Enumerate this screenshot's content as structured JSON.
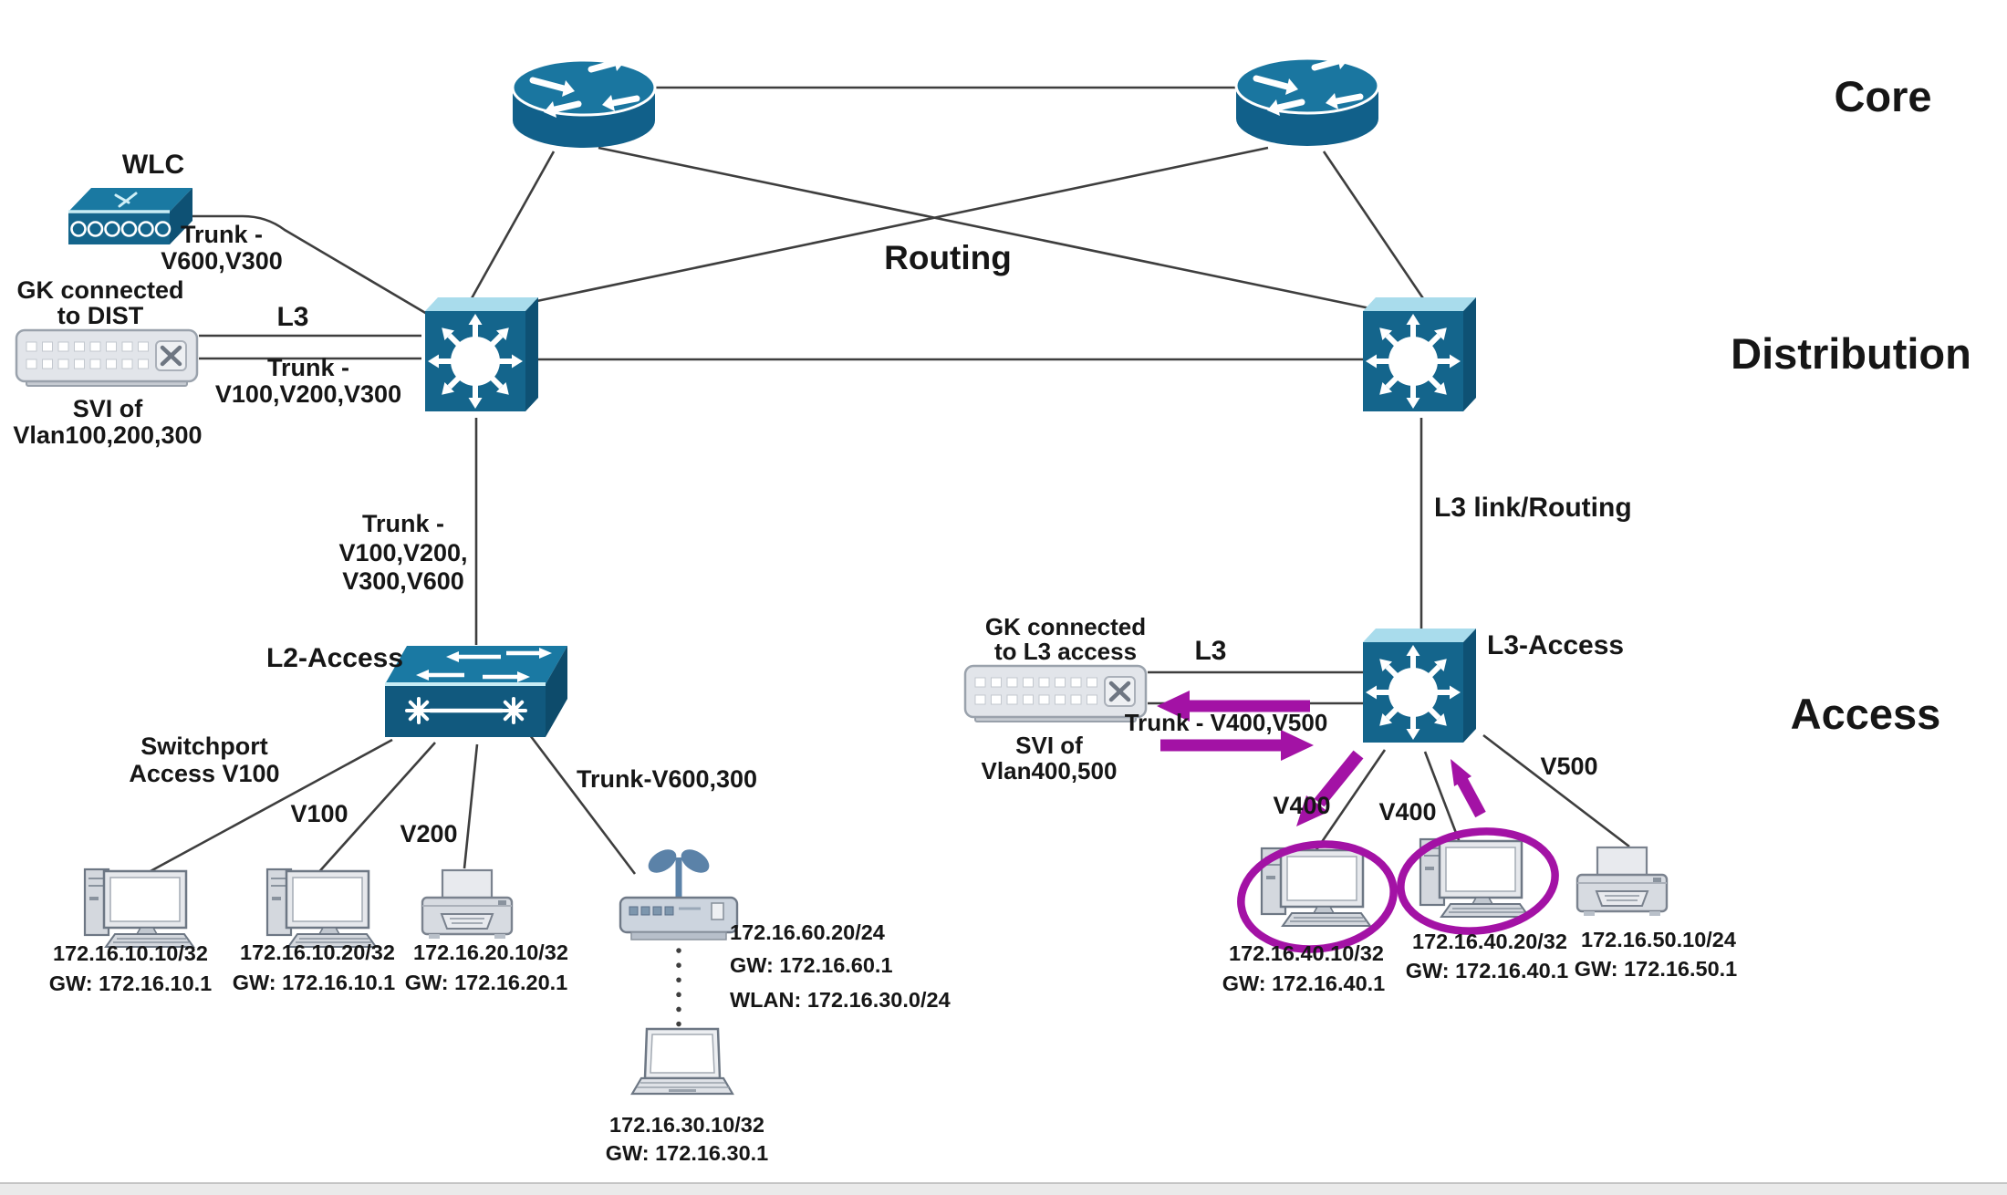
{
  "layers": {
    "core": "Core",
    "distribution": "Distribution",
    "access": "Access",
    "routing": "Routing",
    "l3_link": "L3 link/Routing"
  },
  "wlc": {
    "name": "WLC",
    "trunk_line1": "Trunk -",
    "trunk_line2": "V600,V300"
  },
  "gk_dist": {
    "title_line1": "GK connected",
    "title_line2": "to DIST",
    "link_l3": "L3",
    "trunk_line1": "Trunk -",
    "trunk_line2": "V100,V200,V300",
    "svi_line1": "SVI of",
    "svi_line2": "Vlan100,200,300"
  },
  "l2": {
    "name": "L2-Access",
    "uplink_line1": "Trunk -",
    "uplink_line2": "V100,V200,",
    "uplink_line3": "V300,V600",
    "switchport_line1": "Switchport",
    "switchport_line2": "Access V100",
    "vlan_pc2": "V100",
    "vlan_printer": "V200",
    "trunk_ap": "Trunk-V600,300"
  },
  "left_hosts": {
    "pc1_ip": "172.16.10.10/32",
    "pc1_gw": "GW: 172.16.10.1",
    "pc2_ip": "172.16.10.20/32",
    "pc2_gw": "GW: 172.16.10.1",
    "printer_ip": "172.16.20.10/32",
    "printer_gw": "GW: 172.16.20.1",
    "ap_ip": "172.16.60.20/24",
    "ap_gw": "GW: 172.16.60.1",
    "ap_wlan": "WLAN: 172.16.30.0/24",
    "laptop_ip": "172.16.30.10/32",
    "laptop_gw": "GW: 172.16.30.1"
  },
  "gk_l3": {
    "title_line1": "GK connected",
    "title_line2": "to L3 access",
    "link_l3": "L3",
    "trunk": "Trunk - V400,V500",
    "svi_line1": "SVI of",
    "svi_line2": "Vlan400,500"
  },
  "l3sw": {
    "name": "L3-Access",
    "vlan_pc1": "V400",
    "vlan_pc2": "V400",
    "vlan_printer": "V500"
  },
  "right_hosts": {
    "pc1_ip": "172.16.40.10/32",
    "pc1_gw": "GW: 172.16.40.1",
    "pc2_ip": "172.16.40.20/32",
    "pc2_gw": "GW: 172.16.40.1",
    "printer_ip": "172.16.50.10/24",
    "printer_gw": "GW: 172.16.50.1"
  },
  "colors": {
    "device_blue": "#14658c",
    "annotation_purple": "#a312a5"
  }
}
